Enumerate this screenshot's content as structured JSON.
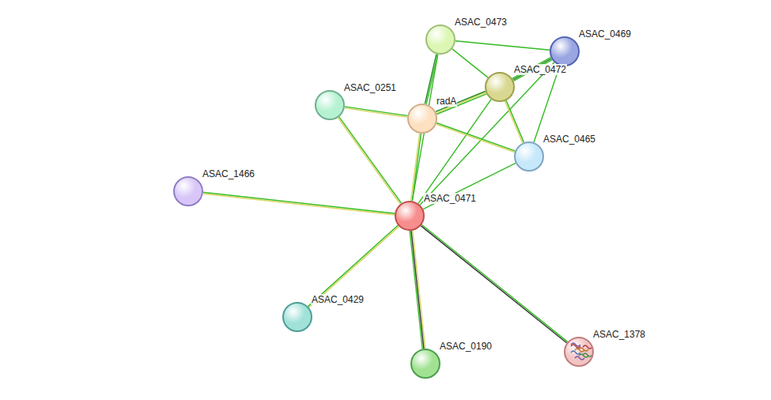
{
  "diagram": {
    "nodes": [
      {
        "text": [
          "ASAC_0473"
        ]
      },
      {
        "text": [
          "ASAC_0469"
        ]
      },
      {
        "text": [
          "ASAC_0472"
        ]
      },
      {
        "text": [
          "ASAC_0251"
        ]
      },
      {
        "text": [
          "radA"
        ]
      },
      {
        "text": [
          "ASAC_0465"
        ]
      },
      {
        "text": [
          "ASAC_1466"
        ]
      },
      {
        "text": [
          "ASAC_0471"
        ]
      },
      {
        "text": [
          "ASAC_0429"
        ]
      },
      {
        "text": [
          "ASAC_0190"
        ]
      },
      {
        "text": [
          "ASAC_1378"
        ]
      }
    ],
    "edges": [
      {
        "from": 0,
        "to": 1,
        "arrow": "none"
      },
      {
        "from": 0,
        "to": 2,
        "arrow": "none"
      },
      {
        "from": 0,
        "to": 4,
        "arrow": "none"
      },
      {
        "from": 0,
        "to": 7,
        "arrow": "none"
      },
      {
        "from": 1,
        "to": 2,
        "arrow": "none"
      },
      {
        "from": 1,
        "to": 5,
        "arrow": "none"
      },
      {
        "from": 1,
        "to": 7,
        "arrow": "none"
      },
      {
        "from": 2,
        "to": 4,
        "arrow": "none"
      },
      {
        "from": 2,
        "to": 5,
        "arrow": "none"
      },
      {
        "from": 2,
        "to": 7,
        "arrow": "none"
      },
      {
        "from": 3,
        "to": 4,
        "arrow": "none"
      },
      {
        "from": 3,
        "to": 7,
        "arrow": "none"
      },
      {
        "from": 4,
        "to": 5,
        "arrow": "none"
      },
      {
        "from": 4,
        "to": 7,
        "arrow": "none"
      },
      {
        "from": 5,
        "to": 7,
        "arrow": "none"
      },
      {
        "from": 6,
        "to": 7,
        "arrow": "none"
      },
      {
        "from": 8,
        "to": 7,
        "arrow": "none"
      },
      {
        "from": 9,
        "to": 7,
        "arrow": "none"
      },
      {
        "from": 10,
        "to": 7,
        "arrow": "none"
      }
    ]
  }
}
